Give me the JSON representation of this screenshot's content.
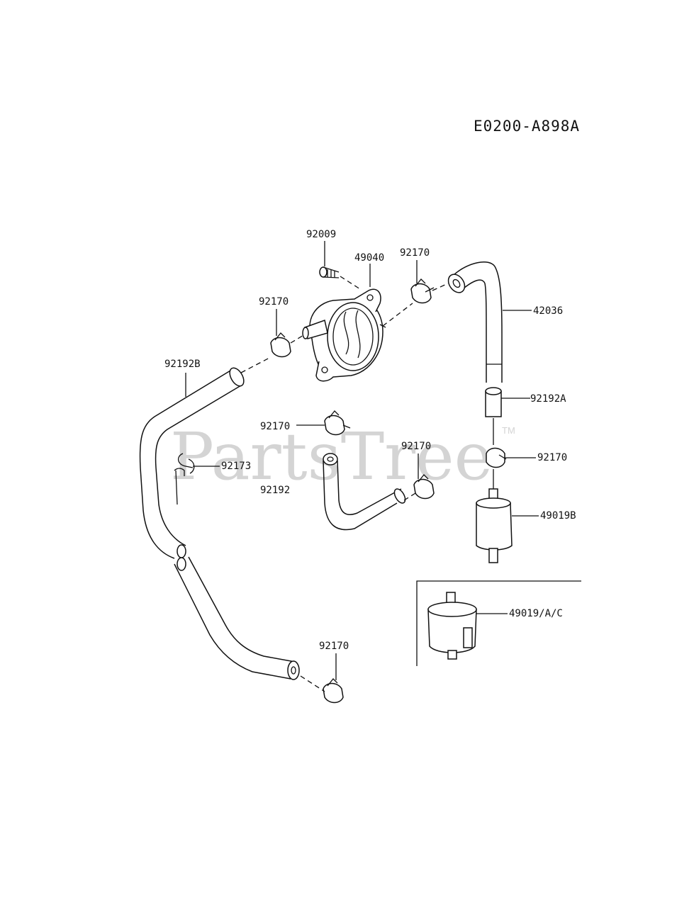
{
  "reference_code": "E0200-A898A",
  "watermark": {
    "brand": "PartsTree",
    "trademark": "TM"
  },
  "labels": {
    "p92009": "92009",
    "p49040": "49040",
    "p92170_top": "92170",
    "p42036": "42036",
    "p92170_left": "92170",
    "p92192B": "92192B",
    "p92192A": "92192A",
    "p92170_mid": "92170",
    "p92173": "92173",
    "p92170_center": "92170",
    "p92170_right": "92170",
    "p92192": "92192",
    "p49019B": "49019B",
    "p49019AC": "49019/A/C",
    "p92170_bottom": "92170"
  }
}
